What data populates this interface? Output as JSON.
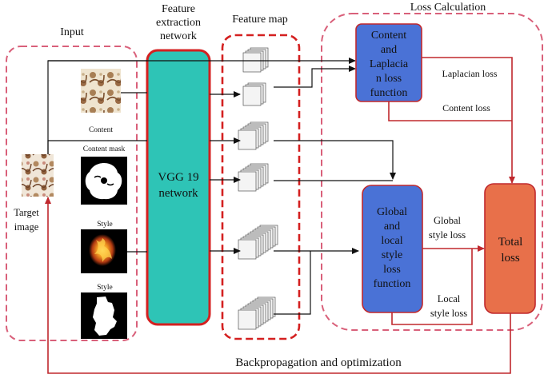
{
  "sections": {
    "input": "Input",
    "feature_extraction": [
      "Feature",
      "extraction",
      "network"
    ],
    "feature_map": "Feature map",
    "loss_calculation": "Loss Calculation"
  },
  "images": {
    "content": "Content",
    "content_mask": "Content mask",
    "style_1": "Style",
    "style_2": "Style",
    "target": [
      "Target",
      "image"
    ]
  },
  "vgg": [
    "VGG 19",
    "network"
  ],
  "boxes": {
    "content_laplacian": [
      "Content",
      "and",
      "Laplacia",
      "n loss",
      "function"
    ],
    "global_local": [
      "Global",
      "and",
      "local",
      "style",
      "loss",
      "function"
    ],
    "total": [
      "Total",
      "loss"
    ]
  },
  "edge_labels": {
    "laplacian_loss": "Laplacian loss",
    "content_loss": "Content loss",
    "global_style_loss": [
      "Global",
      "style loss"
    ],
    "local_style_loss": [
      "Local",
      "style loss"
    ]
  },
  "backprop": "Backpropagation and optimization",
  "colors": {
    "vgg": "#2ec4b6",
    "vgg_border": "#d42020",
    "loss_box": "#4a72d6",
    "loss_box_border": "#c0282d",
    "total_box": "#e8704a",
    "arrow_black": "#111111",
    "arrow_red": "#c0282d",
    "section_dash": "#d9607a"
  }
}
